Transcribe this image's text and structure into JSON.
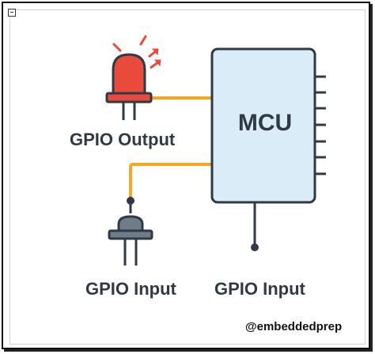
{
  "diagram": {
    "mcu_label": "MCU",
    "gpio_output_label": "GPIO Output",
    "gpio_input_left_label": "GPIO Input",
    "gpio_input_bottom_label": "GPIO Input",
    "handle": "@embeddedprep"
  },
  "colors": {
    "wire": "#f5a623",
    "led_red": "#e84a3c",
    "mcu_fill": "#d9ecf7",
    "outline": "#2f3a44",
    "button_gray": "#6f7d8a"
  },
  "icons": [
    "led-icon",
    "push-button-icon",
    "window-collapse-icon"
  ]
}
